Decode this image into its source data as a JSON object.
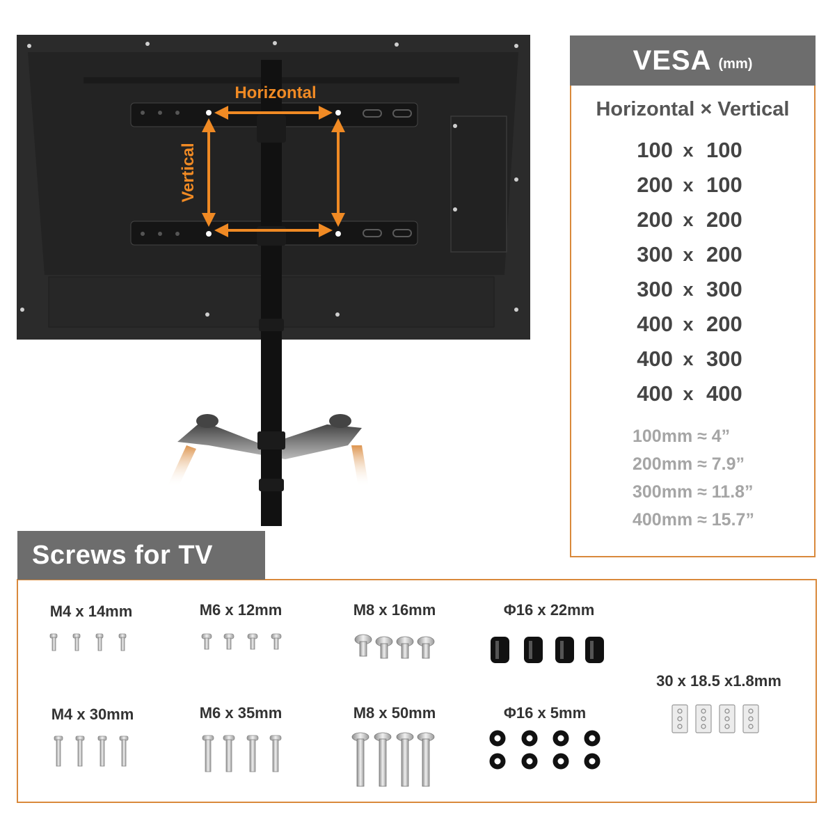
{
  "tv_diagram": {
    "horizontal_label": "Horizontal",
    "vertical_label": "Vertical"
  },
  "vesa": {
    "title": "VESA",
    "unit": "(mm)",
    "subtitle": "Horizontal × Vertical",
    "separator": "x",
    "sizes": [
      {
        "h": "100",
        "v": "100"
      },
      {
        "h": "200",
        "v": "100"
      },
      {
        "h": "200",
        "v": "200"
      },
      {
        "h": "300",
        "v": "200"
      },
      {
        "h": "300",
        "v": "300"
      },
      {
        "h": "400",
        "v": "200"
      },
      {
        "h": "400",
        "v": "300"
      },
      {
        "h": "400",
        "v": "400"
      }
    ],
    "conversions": [
      "100mm ≈ 4”",
      "200mm ≈ 7.9”",
      "300mm ≈ 11.8”",
      "400mm ≈ 15.7”"
    ]
  },
  "screws": {
    "title": "Screws for TV",
    "items": [
      {
        "label": "M4 x 14mm"
      },
      {
        "label": "M6 x 12mm"
      },
      {
        "label": "M8 x 16mm"
      },
      {
        "label": "Φ16 x 22mm"
      },
      {
        "label": "M4 x 30mm"
      },
      {
        "label": "M6 x 35mm"
      },
      {
        "label": "M8 x 50mm"
      },
      {
        "label": "Φ16 x 5mm"
      },
      {
        "label": "30 x 18.5 x1.8mm"
      }
    ]
  },
  "colors": {
    "accent": "#F08A24",
    "header_gray": "#6D6D6D",
    "border_orange": "#D9893B",
    "tv_body": "#2A2A2A"
  }
}
